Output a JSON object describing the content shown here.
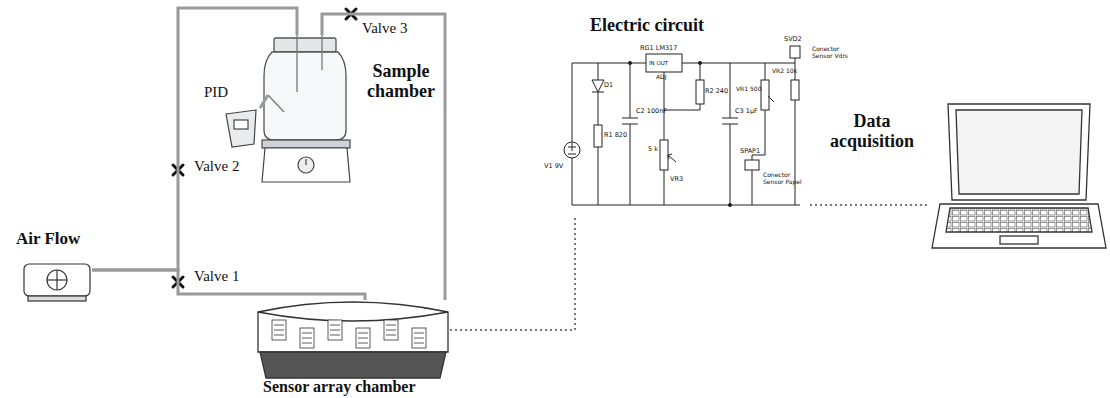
{
  "diagram": {
    "nodes": [
      {
        "text": [
          "Air Flow"
        ]
      },
      {
        "text": [
          "Sample chamber"
        ]
      },
      {
        "text": [
          "PID"
        ]
      },
      {
        "text": [
          "Sensor array chamber"
        ]
      },
      {
        "text": [
          "Electric circuit"
        ]
      },
      {
        "text": [
          "Data acquisition"
        ]
      }
    ],
    "edges": [
      {
        "from": 0,
        "to": 1,
        "arrow": "none"
      },
      {
        "from": 0,
        "to": 3,
        "arrow": "none"
      },
      {
        "from": 1,
        "to": 3,
        "arrow": "none"
      },
      {
        "from": 3,
        "to": 4,
        "arrow": "none"
      },
      {
        "from": 4,
        "to": 5,
        "arrow": "none"
      },
      {
        "from": 2,
        "to": 1,
        "arrow": "none"
      }
    ],
    "labels": [
      "Valve 1",
      "Valve 2",
      "Valve 3",
      "V1 9V",
      "D1",
      "R1 820",
      "C2 100nF",
      "RG1 LM317",
      "IN OUT",
      "ADJ",
      "R2 240",
      "5 k",
      "VR3",
      "C3 1µF",
      "VR1 500",
      "VR2 10k",
      "SVD2",
      "Conector Sensor Vdrs",
      "SPAP1",
      "Conector Sensor Papel"
    ]
  }
}
